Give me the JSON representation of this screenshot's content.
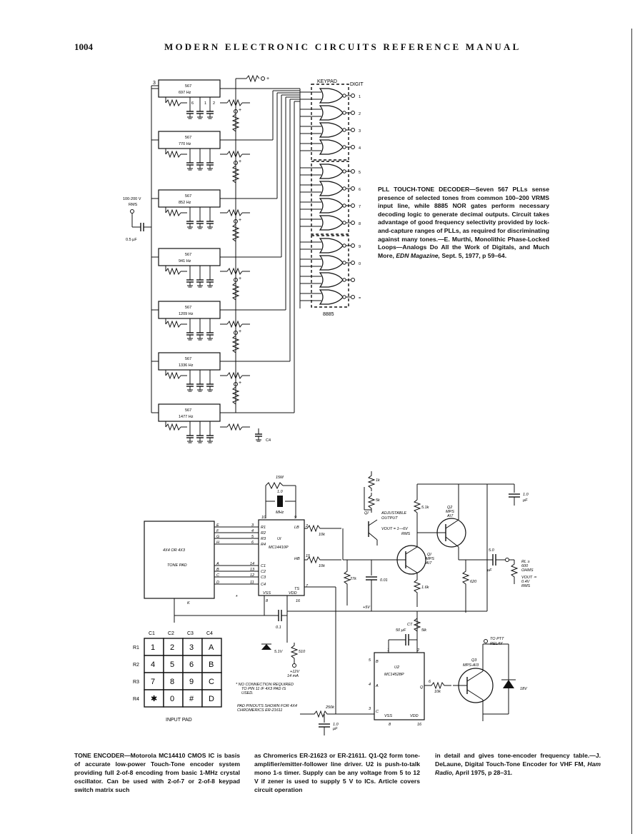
{
  "header": {
    "page_number": "1004",
    "book_title": "MODERN ELECTRONIC CIRCUITS REFERENCE MANUAL"
  },
  "decoder": {
    "keypad_label": "KEYPAD",
    "digit_label": "DIGIT",
    "nor_chip": "8885",
    "input_label_1": "100-200 V",
    "input_label_2": "RMS",
    "cap_label": "0.5 µF",
    "pin_3": "3",
    "pin_6": "6",
    "pin_1": "1",
    "pin_2": "2",
    "plus": "+",
    "c4_label": "C4",
    "plls": [
      {
        "chip": "567",
        "freq": "697 Hz"
      },
      {
        "chip": "567",
        "freq": "770 Hz"
      },
      {
        "chip": "567",
        "freq": "852 Hz"
      },
      {
        "chip": "567",
        "freq": "941 Hz"
      },
      {
        "chip": "567",
        "freq": "1209 Hz"
      },
      {
        "chip": "567",
        "freq": "1336 Hz"
      },
      {
        "chip": "567",
        "freq": "1477 Hz"
      }
    ],
    "digits": [
      "1",
      "2",
      "3",
      "4",
      "5",
      "6",
      "7",
      "8",
      "9",
      "0",
      "",
      "="
    ],
    "caption_title": "PLL TOUCH-TONE DECODER",
    "caption_body": "—Seven 567 PLLs sense presence of selected tones from common 100–200 VRMS input line, while 8885 NOR gates perform necessary decoding logic to generate decimal outputs. Circuit takes advantage of good frequency selectivity provided by lock-and-capture ranges of PLLs, as required for discriminating against many tones.—E. Murthi, Monolithic Phase-Locked Loops—Analogs Do All the Work of Digitals, and Much More,",
    "caption_mag": "EDN Magazine,",
    "caption_ref": "Sept. 5, 1977, p 59–64."
  },
  "encoder": {
    "r_15m": "15M",
    "c_1_0": "1.0",
    "mhz": "MHz",
    "pin_10": "10",
    "pin_9": "9",
    "pin_2": "2",
    "pin_15": "15",
    "pin_7": "7",
    "pin_8": "8",
    "pin_16": "16",
    "ic_name": "UI",
    "ic_part": "MC14410P",
    "lb": "LB",
    "hb": "HB",
    "ts": "TS",
    "vss": "VSS",
    "vdd": "VDD",
    "r_pins": [
      "R1",
      "R2",
      "R3",
      "R4"
    ],
    "r_pin_nums": [
      "3",
      "4",
      "5",
      "6"
    ],
    "c_pins": [
      "C1",
      "C2",
      "C3",
      "C4"
    ],
    "c_pin_nums": [
      "14",
      "13",
      "12",
      "11"
    ],
    "row_letters": [
      "E",
      "F",
      "G",
      "H"
    ],
    "col_letters": [
      "A",
      "B",
      "C",
      "D"
    ],
    "pad_label_1": "4X4 OR 4X3",
    "pad_label_2": "TONE PAD",
    "k_label": "K",
    "star": "*",
    "r_10k_1": "10k",
    "r_10k_2": "10k",
    "r_27k": "27k",
    "c_001": "0.01",
    "r_1k": "1k",
    "r_5k": "5k",
    "q1_label": "QI",
    "adj_1": "ADJUSTABLE",
    "adj_2": "OUTPUT",
    "vout_1": "VOUT = 1—6V",
    "vout_2": "RMS",
    "r_51k": "5.1k",
    "q2_1": "Q2",
    "q2_2": "MPS",
    "q2_3": "AI7",
    "q1b_1": "QI",
    "q1b_2": "MPS",
    "q1b_3": "AI7",
    "r_16k": "1.6k",
    "c_50": "5.0",
    "uf": "µF",
    "r_620": "620",
    "c_1uf_top": "1.0",
    "uf_top": "µF",
    "rl_1": "RL ≥",
    "rl_2": "600",
    "rl_3": "OHMS",
    "vout2_1": "VOUT ≃",
    "vout2_2": "0.4V",
    "vout2_3": "RMS",
    "plus5v": "+5V",
    "c_01": "0.1",
    "zener": "5.1V",
    "r_510": "510",
    "v12_1": "+12V",
    "v12_2": "14 mA",
    "note_1": "* NO CONNECTION REQUIRED",
    "note_2": "TO PIN 11 IF 4X3 PAD IS",
    "note_3": "USED.",
    "pinout_1": "PAD PINOUTS SHOWN FOR 4X4",
    "pinout_2": "CHROMERICS ER-21611",
    "ct": "CT",
    "ct_val": "50 µF",
    "r_5k1": "5lk",
    "u2_name": "U2",
    "u2_part": "MC14528P",
    "u2_pins": [
      "1",
      "2",
      "5",
      "4",
      "3",
      "8",
      "16",
      "6"
    ],
    "u2_b": "B",
    "u2_a": "A",
    "u2_q": "Q",
    "u2_c": "C",
    "u2_vss": "VSS",
    "u2_vdd": "VDD",
    "r_250k": "250k",
    "c_10_u2": "1.0",
    "uf_u2": "µF",
    "r_10k_3": "10k",
    "ptt_1": "TO PTT",
    "ptt_2": "RELAY",
    "q3_1": "Q3",
    "q3_2": "MPS-AI3",
    "v18": "18V",
    "keypad": {
      "cols": [
        "C1",
        "C2",
        "C3",
        "C4"
      ],
      "rows": [
        "R1",
        "R2",
        "R3",
        "R4"
      ],
      "keys": [
        [
          "1",
          "2",
          "3",
          "A"
        ],
        [
          "4",
          "5",
          "6",
          "B"
        ],
        [
          "7",
          "8",
          "9",
          "C"
        ],
        [
          "✱",
          "0",
          "#",
          "D"
        ]
      ],
      "label": "INPUT PAD"
    },
    "caption_title": "TONE ENCODER",
    "caption_col1": "—Motorola MC14410 CMOS IC is basis of accurate low-power Touch-Tone encoder system providing full 2-of-8 encoding from basic 1-MHz crystal oscillator. Can be used with 2-of-7 or 2-of-8 keypad switch matrix such",
    "caption_col2": "as Chromerics ER-21623 or ER-21611. Q1-Q2 form tone-amplifier/emitter-follower line driver. U2 is push-to-talk mono 1-s timer. Supply can be any voltage from 5 to 12 V if zener is used to supply 5 V to ICs. Article covers circuit operation",
    "caption_col3": "in detail and gives tone-encoder frequency table.—J. DeLaune, Digital Touch-Tone Encoder for VHF FM,",
    "caption_mag": "Ham Radio,",
    "caption_ref": "April 1975, p 28–31."
  }
}
